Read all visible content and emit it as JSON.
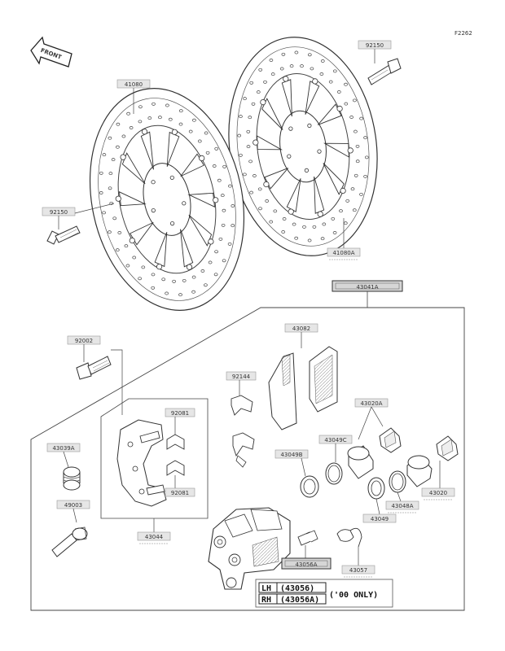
{
  "figure_code": "F2262",
  "front_label": "FRONT",
  "parts": {
    "disc_left": "41080",
    "disc_right": "41080A",
    "bolt_top": "92150",
    "bolt_left": "92150",
    "caliper_assy": "43041A",
    "bolt_caliper": "92002",
    "pads": "43082",
    "clip_92144": "92144",
    "spring_92081a": "92081",
    "spring_92081b": "92081",
    "bracket": "43044",
    "boot_43039a": "43039A",
    "pin_49003": "49003",
    "seal_43049b": "43049B",
    "seal_43049c": "43049C",
    "piston_43020a": "43020A",
    "seal_43049": "43049",
    "seal_43048a": "43048A",
    "piston_43020": "43020",
    "body_43056a": "43056A",
    "bleeder_43057": "43057"
  },
  "legend": {
    "lh_side": "LH",
    "lh_code": "(43056)",
    "rh_side": "RH",
    "rh_code": "(43056A)",
    "note": "('00 ONLY)"
  }
}
